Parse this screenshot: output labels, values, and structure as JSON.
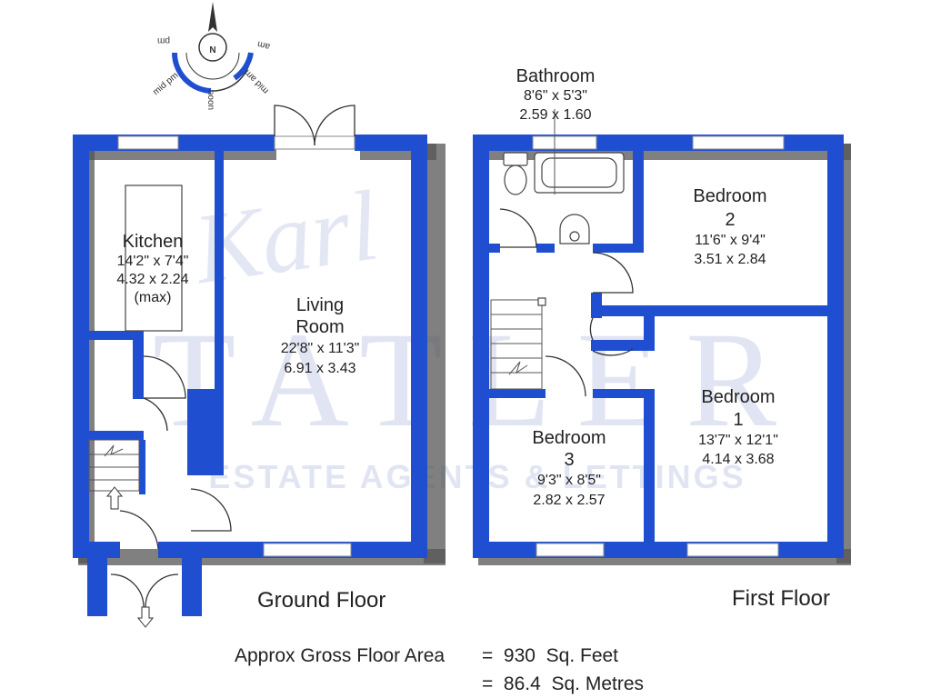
{
  "watermark": {
    "script": "Karl",
    "brand": "TATLER",
    "sub": "ESTATE AGENTS & LETTINGS"
  },
  "compass": {
    "north": "N",
    "pm": "pm",
    "am": "am",
    "mid_pm": "mid pm",
    "noon": "noon",
    "mid_am": "mid am"
  },
  "ground_floor": {
    "label": "Ground Floor",
    "kitchen": {
      "name": "Kitchen",
      "imperial": "14'2\" x 7'4\"",
      "metric": "4.32 x 2.24",
      "note": "(max)"
    },
    "living_room": {
      "name_line1": "Living",
      "name_line2": "Room",
      "imperial": "22'8\" x 11'3\"",
      "metric": "6.91 x 3.43"
    }
  },
  "first_floor": {
    "label": "First Floor",
    "bathroom": {
      "name": "Bathroom",
      "imperial": "8'6\" x 5'3\"",
      "metric": "2.59 x 1.60"
    },
    "bedroom2": {
      "name": "Bedroom",
      "number": "2",
      "imperial": "11'6\" x 9'4\"",
      "metric": "3.51 x 2.84"
    },
    "bedroom1": {
      "name": "Bedroom",
      "number": "1",
      "imperial": "13'7\" x 12'1\"",
      "metric": "4.14 x 3.68"
    },
    "bedroom3": {
      "name": "Bedroom",
      "number": "3",
      "imperial": "9'3\" x 8'5\"",
      "metric": "2.82 x 2.57"
    }
  },
  "area": {
    "label": "Approx Gross Floor Area",
    "line1": "=  930  Sq. Feet",
    "line2": "=  86.4  Sq. Metres"
  }
}
